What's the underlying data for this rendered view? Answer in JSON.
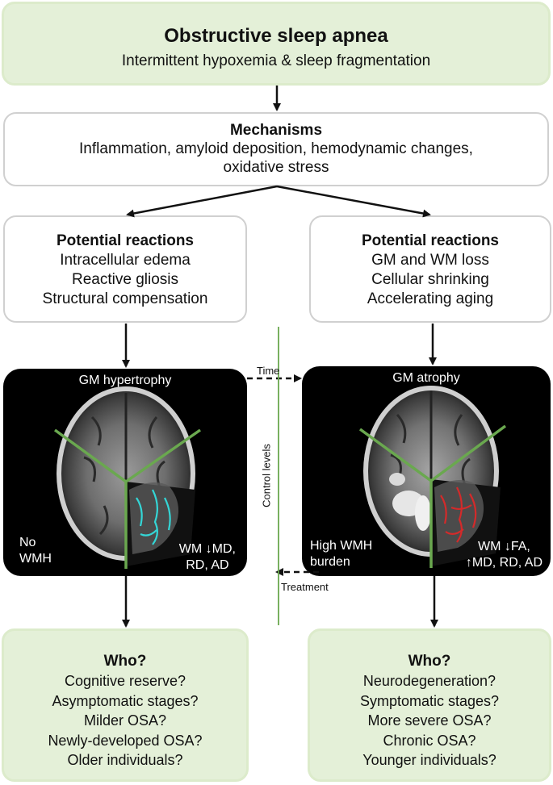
{
  "top": {
    "title": "Obstructive sleep apnea",
    "subtitle": "Intermittent hypoxemia & sleep fragmentation"
  },
  "mechanisms": {
    "title": "Mechanisms",
    "lines": [
      "Inflammation, amyloid deposition, hemodynamic changes,",
      "oxidative stress"
    ]
  },
  "left_reactions": {
    "title": "Potential reactions",
    "lines": [
      "Intracellular edema",
      "Reactive gliosis",
      "Structural compensation"
    ]
  },
  "right_reactions": {
    "title": "Potential reactions",
    "lines": [
      "GM and WM loss",
      "Cellular shrinking",
      "Accelerating aging"
    ]
  },
  "left_panel": {
    "caption": "GM hypertrophy",
    "bottom_left": [
      "No",
      "WMH"
    ],
    "bottom_right": [
      "WM ↓MD,",
      "RD, AD"
    ],
    "tract_color": "#34d6d6"
  },
  "right_panel": {
    "caption": "GM atrophy",
    "bottom_left": [
      "High WMH",
      "burden"
    ],
    "bottom_right": [
      "WM ↓FA,",
      "↑MD, RD, AD"
    ],
    "tract_color": "#d42a2a"
  },
  "arrows": {
    "time": "Time",
    "treatment": "Treatment",
    "control": "Control levels"
  },
  "left_who": {
    "title": "Who?",
    "lines": [
      "Cognitive reserve?",
      "Asymptomatic stages?",
      "Milder OSA?",
      "Newly-developed OSA?",
      "Older individuals?"
    ]
  },
  "right_who": {
    "title": "Who?",
    "lines": [
      "Neurodegeneration?",
      "Symptomatic stages?",
      "More severe OSA?",
      "Chronic OSA?",
      "Younger individuals?"
    ]
  },
  "colors": {
    "green_fill": "#e4f0d8",
    "green_line": "#6aa84f",
    "box_border": "#d0d0d0"
  }
}
